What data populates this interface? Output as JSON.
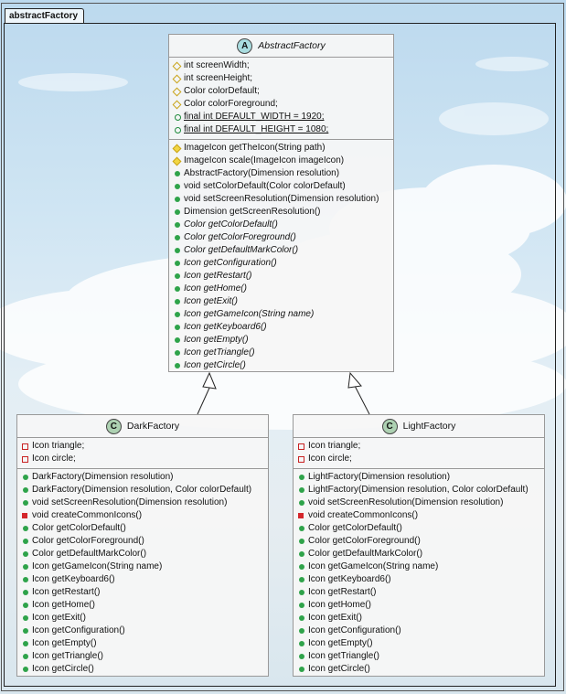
{
  "package": {
    "name": "abstractFactory"
  },
  "abstract_class": {
    "badge": "A",
    "name": "AbstractFactory",
    "fields": [
      {
        "vis": "prot",
        "text": "int screenWidth;"
      },
      {
        "vis": "prot",
        "text": "int screenHeight;"
      },
      {
        "vis": "prot",
        "text": "Color colorDefault;"
      },
      {
        "vis": "prot",
        "text": "Color colorForeground;"
      },
      {
        "vis": "pub",
        "text": "final int DEFAULT_WIDTH = 1920;",
        "style": "u"
      },
      {
        "vis": "pub",
        "text": "final int DEFAULT_HEIGHT = 1080;",
        "style": "u"
      }
    ],
    "methods": [
      {
        "vis": "prot-f",
        "text": "ImageIcon getTheIcon(String path)"
      },
      {
        "vis": "prot-f",
        "text": "ImageIcon scale(ImageIcon imageIcon)"
      },
      {
        "vis": "pub-f",
        "text": "AbstractFactory(Dimension resolution)"
      },
      {
        "vis": "pub-f",
        "text": "void setColorDefault(Color colorDefault)"
      },
      {
        "vis": "pub-f",
        "text": "void setScreenResolution(Dimension resolution)"
      },
      {
        "vis": "pub-f",
        "text": "Dimension getScreenResolution()"
      },
      {
        "vis": "pub-f",
        "text": "Color getColorDefault()",
        "style": "i"
      },
      {
        "vis": "pub-f",
        "text": "Color getColorForeground()",
        "style": "i"
      },
      {
        "vis": "pub-f",
        "text": "Color getDefaultMarkColor()",
        "style": "i"
      },
      {
        "vis": "pub-f",
        "text": "Icon getConfiguration()",
        "style": "i"
      },
      {
        "vis": "pub-f",
        "text": "Icon getRestart()",
        "style": "i"
      },
      {
        "vis": "pub-f",
        "text": "Icon getHome()",
        "style": "i"
      },
      {
        "vis": "pub-f",
        "text": "Icon getExit()",
        "style": "i"
      },
      {
        "vis": "pub-f",
        "text": "Icon getGameIcon(String name)",
        "style": "i"
      },
      {
        "vis": "pub-f",
        "text": "Icon getKeyboard6()",
        "style": "i"
      },
      {
        "vis": "pub-f",
        "text": "Icon getEmpty()",
        "style": "i"
      },
      {
        "vis": "pub-f",
        "text": "Icon getTriangle()",
        "style": "i"
      },
      {
        "vis": "pub-f",
        "text": "Icon getCircle()",
        "style": "i"
      }
    ]
  },
  "dark_class": {
    "badge": "C",
    "name": "DarkFactory",
    "fields": [
      {
        "vis": "priv",
        "text": "Icon triangle;"
      },
      {
        "vis": "priv",
        "text": "Icon circle;"
      }
    ],
    "methods": [
      {
        "vis": "pub-f",
        "text": "DarkFactory(Dimension resolution)"
      },
      {
        "vis": "pub-f",
        "text": "DarkFactory(Dimension resolution, Color colorDefault)"
      },
      {
        "vis": "pub-f",
        "text": "void setScreenResolution(Dimension resolution)"
      },
      {
        "vis": "priv-f",
        "text": "void createCommonIcons()"
      },
      {
        "vis": "pub-f",
        "text": "Color getColorDefault()"
      },
      {
        "vis": "pub-f",
        "text": "Color getColorForeground()"
      },
      {
        "vis": "pub-f",
        "text": "Color getDefaultMarkColor()"
      },
      {
        "vis": "pub-f",
        "text": "Icon getGameIcon(String name)"
      },
      {
        "vis": "pub-f",
        "text": "Icon getKeyboard6()"
      },
      {
        "vis": "pub-f",
        "text": "Icon getRestart()"
      },
      {
        "vis": "pub-f",
        "text": "Icon getHome()"
      },
      {
        "vis": "pub-f",
        "text": "Icon getExit()"
      },
      {
        "vis": "pub-f",
        "text": "Icon getConfiguration()"
      },
      {
        "vis": "pub-f",
        "text": "Icon getEmpty()"
      },
      {
        "vis": "pub-f",
        "text": "Icon getTriangle()"
      },
      {
        "vis": "pub-f",
        "text": "Icon getCircle()"
      }
    ]
  },
  "light_class": {
    "badge": "C",
    "name": "LightFactory",
    "fields": [
      {
        "vis": "priv",
        "text": "Icon triangle;"
      },
      {
        "vis": "priv",
        "text": "Icon circle;"
      }
    ],
    "methods": [
      {
        "vis": "pub-f",
        "text": "LightFactory(Dimension resolution)"
      },
      {
        "vis": "pub-f",
        "text": "LightFactory(Dimension resolution, Color colorDefault)"
      },
      {
        "vis": "pub-f",
        "text": "void setScreenResolution(Dimension resolution)"
      },
      {
        "vis": "priv-f",
        "text": "void createCommonIcons()"
      },
      {
        "vis": "pub-f",
        "text": "Color getColorDefault()"
      },
      {
        "vis": "pub-f",
        "text": "Color getColorForeground()"
      },
      {
        "vis": "pub-f",
        "text": "Color getDefaultMarkColor()"
      },
      {
        "vis": "pub-f",
        "text": "Icon getGameIcon(String name)"
      },
      {
        "vis": "pub-f",
        "text": "Icon getKeyboard6()"
      },
      {
        "vis": "pub-f",
        "text": "Icon getRestart()"
      },
      {
        "vis": "pub-f",
        "text": "Icon getHome()"
      },
      {
        "vis": "pub-f",
        "text": "Icon getExit()"
      },
      {
        "vis": "pub-f",
        "text": "Icon getConfiguration()"
      },
      {
        "vis": "pub-f",
        "text": "Icon getEmpty()"
      },
      {
        "vis": "pub-f",
        "text": "Icon getTriangle()"
      },
      {
        "vis": "pub-f",
        "text": "Icon getCircle()"
      }
    ]
  },
  "colors": {
    "abstract_badge": "#a9dcdf",
    "class_badge": "#add1b2",
    "protected": "#f2d642",
    "public": "#2fa34a",
    "private": "#d4262b"
  }
}
